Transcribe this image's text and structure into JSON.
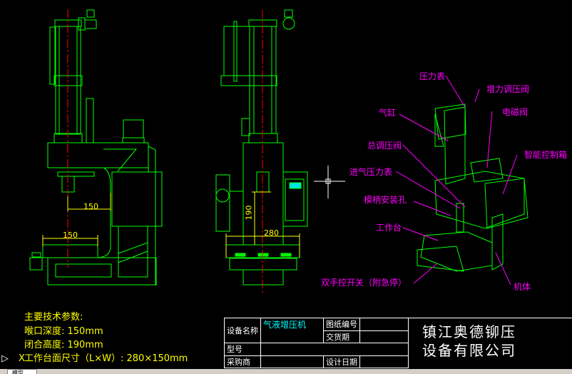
{
  "drawing": {
    "dims": {
      "side_throat": "150",
      "side_table": "150",
      "front_height": "190",
      "front_width": "280"
    },
    "labels": [
      "压力表",
      "增力调压阀",
      "气缸",
      "电磁阀",
      "总调压阀",
      "智能控制箱",
      "进气压力表",
      "模柄安装孔",
      "工作台",
      "双手控开关（附急停）",
      "机体"
    ]
  },
  "specs": {
    "title": "主要技术参数:",
    "throat": "喉口深度: 150mm",
    "height": "闭合高度: 190mm",
    "table": "工作台面尺寸（L×W）: 280×150mm",
    "prefix": "X"
  },
  "title_block": {
    "device_name_label": "设备名称",
    "device_name": "气液增压机",
    "drawing_no_label": "图纸编号",
    "delivery_label": "交货期",
    "model_label": "型号",
    "buyer_label": "采购商",
    "design_date_label": "设计日期",
    "company_line1": "镇江奥德铆压",
    "company_line2": "设备有限公司"
  },
  "statusbar": {
    "tab_model": "模型"
  },
  "colors": {
    "line": "#00ff00",
    "center": "#ff0000",
    "dim": "#ffff00",
    "label": "#ff00ff"
  }
}
